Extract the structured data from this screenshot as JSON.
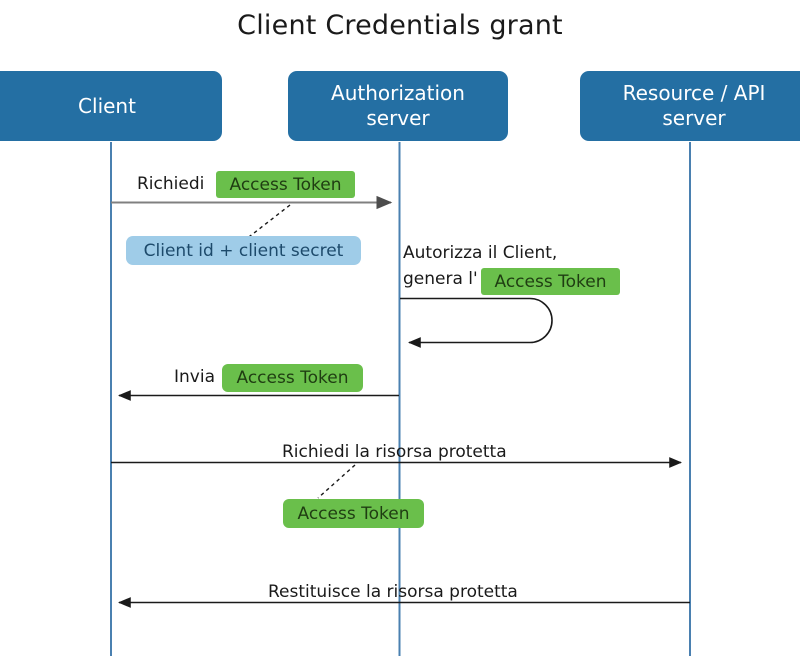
{
  "diagram": {
    "title": "Client Credentials grant",
    "type": "sequence-diagram",
    "colors": {
      "participant_fill": "#246FA3",
      "participant_text": "#FFFFFF",
      "lifeline": "#4A80B0",
      "token_badge_fill": "#6ABF4B",
      "token_badge_text": "#1F3D12",
      "note_fill": "#9FCCE8",
      "note_text": "#1D4A6B",
      "arrow_gray": "#808080",
      "arrow_black": "#1A1A1A",
      "title_text": "#1A1A1A",
      "background": "#FFFFFF"
    },
    "participants": [
      {
        "id": "client",
        "label": "Client"
      },
      {
        "id": "authorization-server",
        "label": "Authorization\nserver",
        "line1": "Authorization",
        "line2": "server"
      },
      {
        "id": "resource-api-server",
        "label": "Resource / API\nserver",
        "line1": "Resource / API",
        "line2": "server"
      }
    ],
    "messages": [
      {
        "id": "request-access-token",
        "from": "client",
        "to": "authorization-server",
        "label": "Richiedi",
        "badge": "Access Token",
        "direction": "right",
        "note": "Client id + client secret"
      },
      {
        "id": "authorize-and-generate",
        "from": "authorization-server",
        "to": "authorization-server",
        "label_line1": "Autorizza il Client,",
        "label_line2": "genera l'",
        "badge": "Access Token",
        "direction": "self"
      },
      {
        "id": "send-access-token",
        "from": "authorization-server",
        "to": "client",
        "label": "Invia",
        "badge": "Access Token",
        "direction": "left"
      },
      {
        "id": "request-protected-resource",
        "from": "client",
        "to": "resource-api-server",
        "label": "Richiedi la risorsa protetta",
        "badge": "Access Token",
        "direction": "right"
      },
      {
        "id": "return-protected-resource",
        "from": "resource-api-server",
        "to": "client",
        "label": "Restituisce la risorsa protetta",
        "direction": "left"
      }
    ]
  }
}
